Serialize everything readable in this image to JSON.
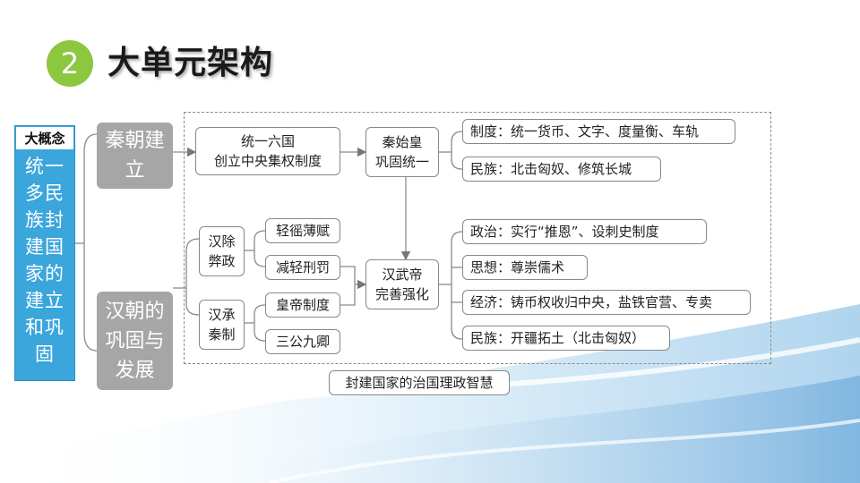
{
  "header": {
    "number": "2",
    "title": "大单元架构"
  },
  "concept": {
    "label": "大概念",
    "text": "统一多民族封建国家的建立和巩固"
  },
  "eras": {
    "qin": "秦朝建立",
    "han": "汉朝的巩固与发展"
  },
  "qin": {
    "unify": "统一六国\n创立中央集权制度",
    "emperor": "秦始皇\n巩固统一",
    "items": [
      "制度：统一货币、文字、度量衡、车轨",
      "民族：北击匈奴、修筑长城"
    ]
  },
  "han": {
    "remove": "汉除\n弊政",
    "remove_items": [
      "轻徭薄赋",
      "减轻刑罚"
    ],
    "inherit": "汉承\n秦制",
    "inherit_items": [
      "皇帝制度",
      "三公九卿"
    ],
    "wudi": "汉武帝\n完善强化",
    "items": [
      "政治：实行“推恩”、设刺史制度",
      "思想：尊崇儒术",
      "经济：铸币权收归中央，盐铁官营、专卖",
      "民族：开疆拓土（北击匈奴）"
    ]
  },
  "footer": "封建国家的治国理政智慧",
  "colors": {
    "badge": "#8dc63f",
    "concept": "#3aa6dc",
    "era": "#a6a6a6"
  }
}
